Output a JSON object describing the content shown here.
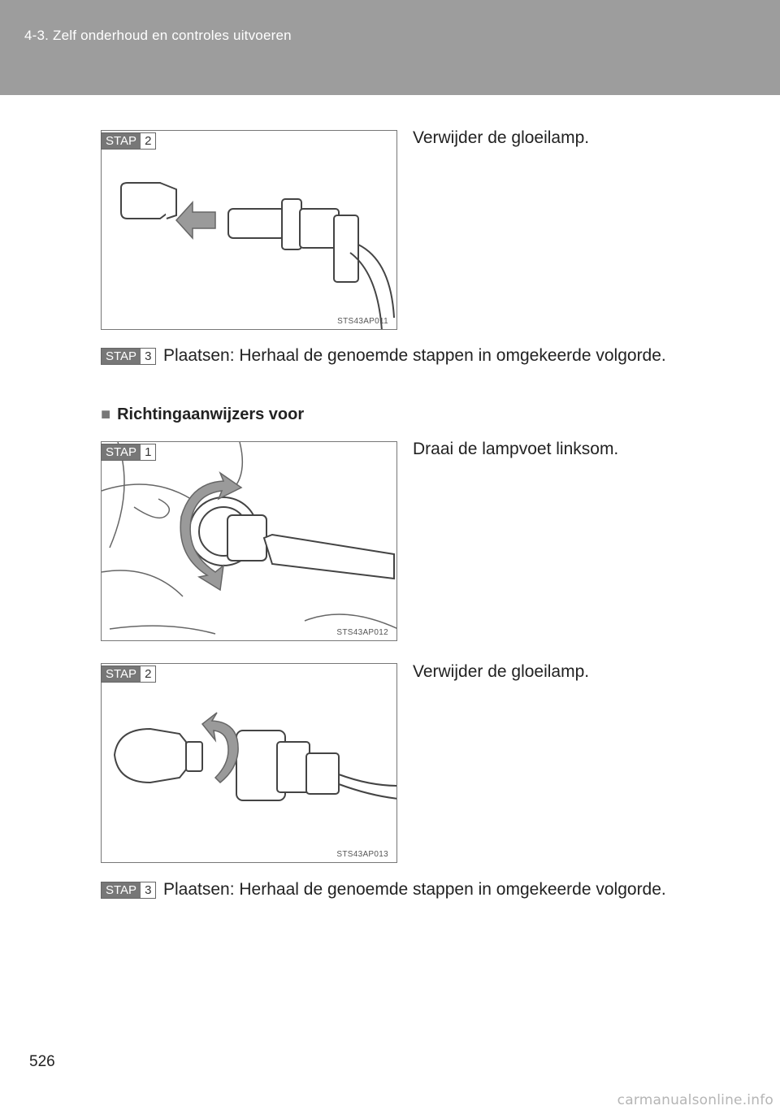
{
  "header": {
    "section_title": "4-3. Zelf onderhoud en controles uitvoeren"
  },
  "badge_label": "STAP",
  "blocks": [
    {
      "step": "2",
      "text": "Verwijder de gloeilamp.",
      "code": "STS43AP011"
    },
    {
      "step": "3",
      "text": "Plaatsen: Herhaal de genoemde stappen in omgekeerde volgorde."
    },
    {
      "heading": "Richtingaanwijzers voor"
    },
    {
      "step": "1",
      "text": "Draai de lampvoet linksom.",
      "code": "STS43AP012"
    },
    {
      "step": "2",
      "text": "Verwijder de gloeilamp.",
      "code": "STS43AP013"
    },
    {
      "step": "3",
      "text": "Plaatsen: Herhaal de genoemde stappen in omgekeerde volgorde."
    }
  ],
  "page_number": "526",
  "watermark": "carmanualsonline.info",
  "colors": {
    "header": "#9d9d9d",
    "badge": "#777777",
    "arrow": "#9a9a9a"
  }
}
